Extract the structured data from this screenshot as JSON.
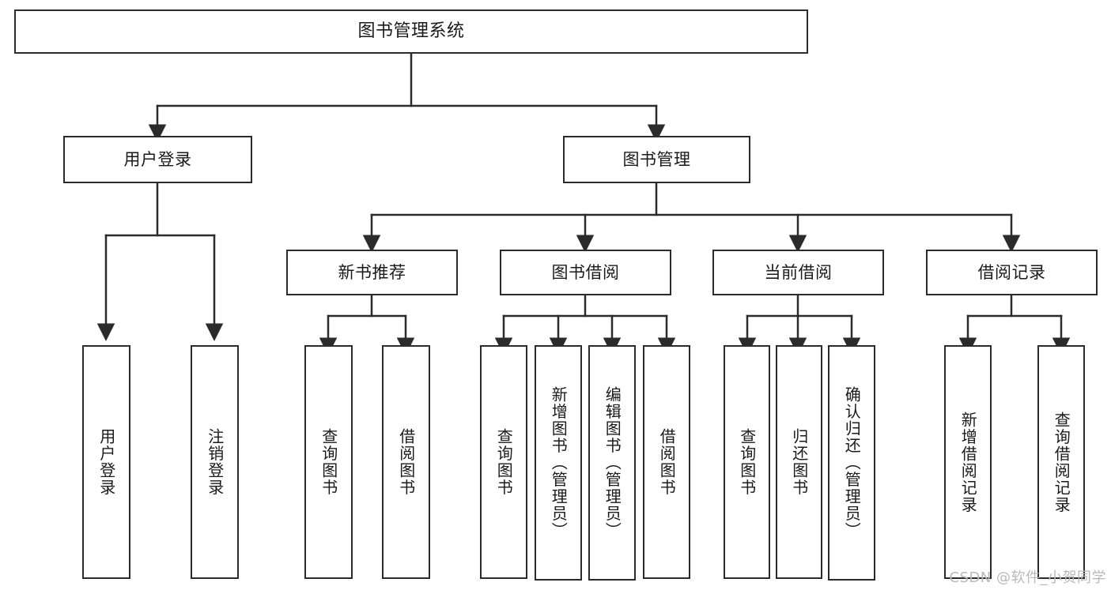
{
  "diagram": {
    "title": "图书管理系统",
    "watermark": "CSDN @软件_小贺同学",
    "stroke_color": "#2b2b2b",
    "fill_color": "#ffffff",
    "text_color": "#1a1a1a",
    "levels": {
      "root": {
        "label": "图书管理系统"
      },
      "level2": [
        {
          "label": "用户登录"
        },
        {
          "label": "图书管理"
        }
      ],
      "level3": [
        {
          "label": "新书推荐"
        },
        {
          "label": "图书借阅"
        },
        {
          "label": "当前借阅"
        },
        {
          "label": "借阅记录"
        }
      ],
      "leaves": {
        "user_login": [
          {
            "label": "用户登录"
          },
          {
            "label": "注销登录"
          }
        ],
        "new_book_recommend": [
          {
            "label": "查询图书"
          },
          {
            "label": "借阅图书"
          }
        ],
        "book_borrow": [
          {
            "label": "查询图书"
          },
          {
            "label": "新增图书（管理员）"
          },
          {
            "label": "编辑图书（管理员）"
          },
          {
            "label": "借阅图书"
          }
        ],
        "current_borrow": [
          {
            "label": "查询图书"
          },
          {
            "label": "归还图书"
          },
          {
            "label": "确认归还（管理员）"
          }
        ],
        "borrow_record": [
          {
            "label": "新增借阅记录"
          },
          {
            "label": "查询借阅记录"
          }
        ]
      }
    }
  }
}
